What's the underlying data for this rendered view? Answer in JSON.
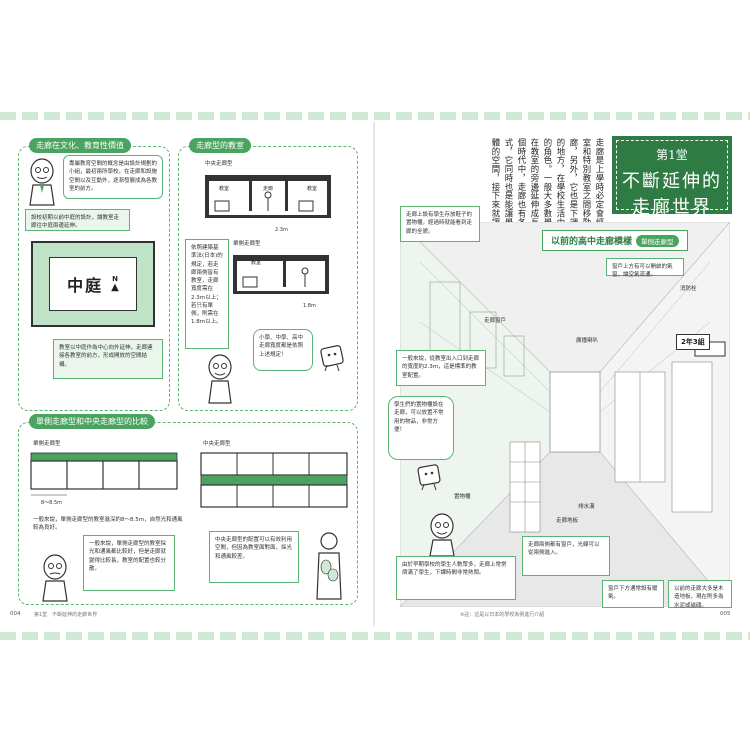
{
  "left_page": {
    "panel1": {
      "tag": "走廊在文化、教育性價值",
      "bubble": "專屬教育空間的概念是由設計規劃的小組，最初兩所學校，在走廊和設施空間以及互動外，逐漸發展成為各教室的前方。",
      "note1": "設校初期以前中庭的設計，讓教室走廊往中庭兩邊延伸。",
      "courtyard": "中庭",
      "north": "N",
      "note2": "教室以中庭作為中心向外延伸，走廊連接各教室的前方，形成開放的空間結構。"
    },
    "panel2": {
      "tag": "走廊型的教室",
      "type1": "中央走廊型",
      "type2": "單側走廊型",
      "room": "教室",
      "corridor": "走廊",
      "dim1": "2.3m",
      "dim2": "1.8m",
      "note": "依照建築基準法(日本)的規定，若走廊兩側皆有教室，走廊寬度需在2.3m以上；若只有單側，則需在1.8m以上。",
      "speech": "小學、中學、高中走廊寬度都是依照上述規定！"
    },
    "panel3": {
      "tag": "單側走廊型和中央走廊型的比較",
      "type1": "單側走廊型",
      "type2": "中央走廊型",
      "dim": "8～8.5m",
      "caption1": "一般來說，單側走廊型的教室進深約8～8.5m，自然光和通風較為良好。",
      "note_left": "一般來說，單側走廊型的教室採光和通風都比較好，但是走廊就變得比較長，教室的配置也較分散。",
      "note_right": "中央走廊型的配置可以有效利用空間，但因為教室面對面，採光和通風較差。"
    },
    "folio": "004",
    "running_head": "第1堂　不斷延伸的走廊世界"
  },
  "right_page": {
    "vertical_text": "走廊是上學時必定會經過的場所，在教室和特別教室之間移動時也會使用走廊，另外，它也是下課時間學生們聊天的地方，在學校生活中扮演著不可或缺的角色。一般大多數學校的走廊，都是在教室的旁邊延伸成長條狀，但是在每個時代中，走廊也有各式各樣不同的形式，它同時也是能讓學生們認識學校整體的空間，接下來就讓我們一起來看看走廊的變化吧。",
    "lesson_number": "第1堂",
    "title": "不斷延伸的走廊世界",
    "ribbon": "以前的高中走廊模樣",
    "ribbon_sub": "單側走廊型",
    "class_sign": "2年3組",
    "callouts": {
      "top_left": "走廊上設有學生存放鞋子的置物櫃，經過時就能看到走廊的全貌。",
      "top_right": "窗戶上方有可以開啟的氣窗，讓空氣流通。",
      "fire": "消防栓",
      "windows": "走廊窗戶",
      "speaker": "廣播喇叭",
      "mid_left": "一般來說，從教室出入口到走廊的寬度約2.3m，這是標準的教室配置。",
      "bubble": "學生們的置物櫃設在走廊，可以放置不常用的物品，非常方便！",
      "lockers": "置物櫃",
      "drain": "排水溝",
      "floor": "走廊地板",
      "bottom_left": "由於早期學校的學生人數眾多，走廊上常常擠滿了學生，下課時間非常熱鬧。",
      "bottom_mid": "走廊兩側都有窗戶，光線可以從兩側進入。",
      "bottom_r1": "窗戶下方通常設有暖氣。",
      "bottom_r2": "以前的走廊大多是木造地板，現在則多為水泥或磁磚。"
    },
    "footnote": "※註：這是以日本的學校為例進行介紹",
    "folio": "005"
  }
}
